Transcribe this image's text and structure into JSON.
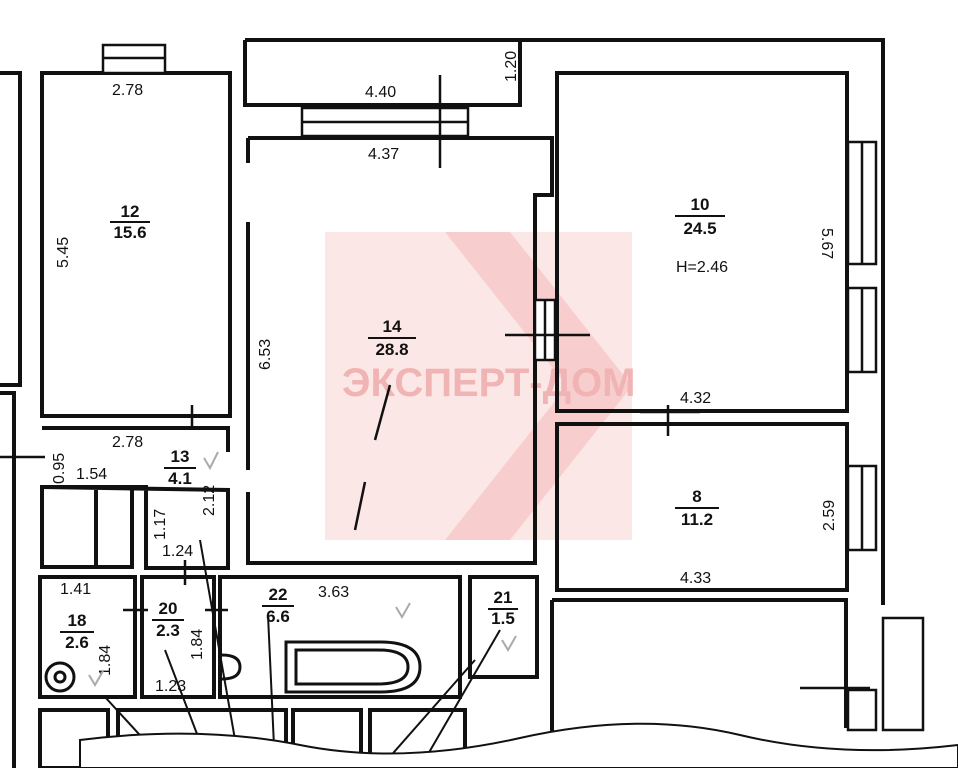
{
  "watermark": {
    "text": "ЭКСПЕРТ-ДОМ",
    "color": "#f2b8b8"
  },
  "rooms": [
    {
      "id": "12",
      "number": "12",
      "area": "15.6"
    },
    {
      "id": "14",
      "number": "14",
      "area": "28.8"
    },
    {
      "id": "10",
      "number": "10",
      "area": "24.5",
      "height": "Н=2.46"
    },
    {
      "id": "8",
      "number": "8",
      "area": "11.2"
    },
    {
      "id": "13",
      "number": "13",
      "area": "4.1"
    },
    {
      "id": "18",
      "number": "18",
      "area": "2.6"
    },
    {
      "id": "20",
      "number": "20",
      "area": "2.3"
    },
    {
      "id": "22",
      "number": "22",
      "area": "6.6"
    },
    {
      "id": "21",
      "number": "21",
      "area": "1.5"
    }
  ],
  "dimensions": [
    "2.78",
    "4.40",
    "1.20",
    "4.37",
    "5.45",
    "6.53",
    "5.67",
    "4.32",
    "2.78",
    "0.95",
    "1.54",
    "2.12",
    "1.17",
    "1.24",
    "2.59",
    "4.33",
    "1.41",
    "1.84",
    "1.84",
    "3.63",
    "1.23"
  ],
  "colors": {
    "wall": "#111111",
    "paper": "#ffffff"
  }
}
